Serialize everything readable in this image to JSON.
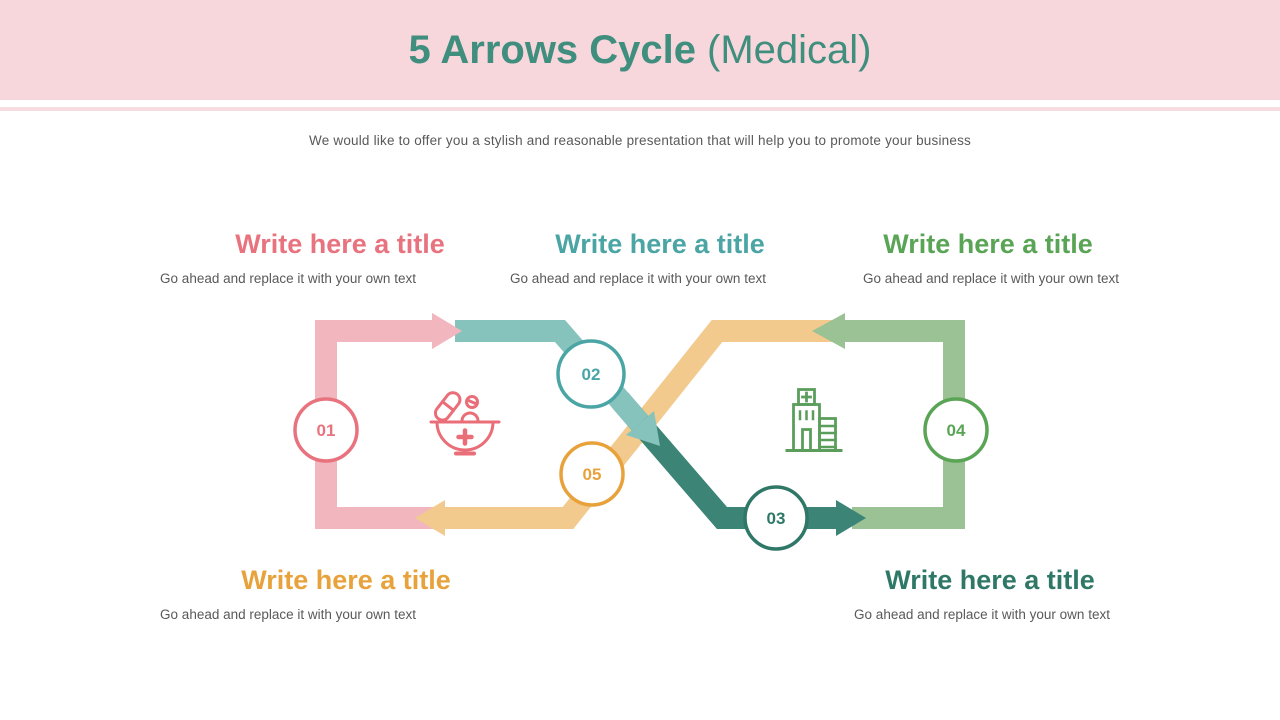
{
  "slide": {
    "header": {
      "background": "#f8d7dc",
      "accent_strip": "#f7dde1",
      "title_color": "#3f8e7e",
      "title_bold": "5 Arrows Cycle",
      "title_regular": "(Medical)"
    },
    "subtitle": {
      "text": "We would like to offer you a stylish and reasonable presentation that will help you to promote your business",
      "color": "#595959"
    },
    "body_text_color": "#595959"
  },
  "steps": [
    {
      "number": "01",
      "title": "Write here a title",
      "body": "Go ahead and replace it with your own text",
      "color": "#e8737f",
      "band_color": "#f2b6bf"
    },
    {
      "number": "02",
      "title": "Write here a title",
      "body": "Go ahead and replace it with your own text",
      "color": "#4aa5a4",
      "band_color": "#86c3bc"
    },
    {
      "number": "03",
      "title": "Write here a title",
      "body": "Go ahead and replace it with your own text",
      "color": "#2f7868",
      "band_color": "#3c8476"
    },
    {
      "number": "04",
      "title": "Write here a title",
      "body": "Go ahead and replace it with your own text",
      "color": "#5aa455",
      "band_color": "#9ac294"
    },
    {
      "number": "05",
      "title": "Write here a title",
      "body": "Go ahead and replace it with your own text",
      "color": "#e8a23c",
      "band_color": "#f2ca8e"
    }
  ],
  "icons": {
    "pharmacy_color": "#e96e78",
    "hospital_color": "#5b9e5c"
  }
}
